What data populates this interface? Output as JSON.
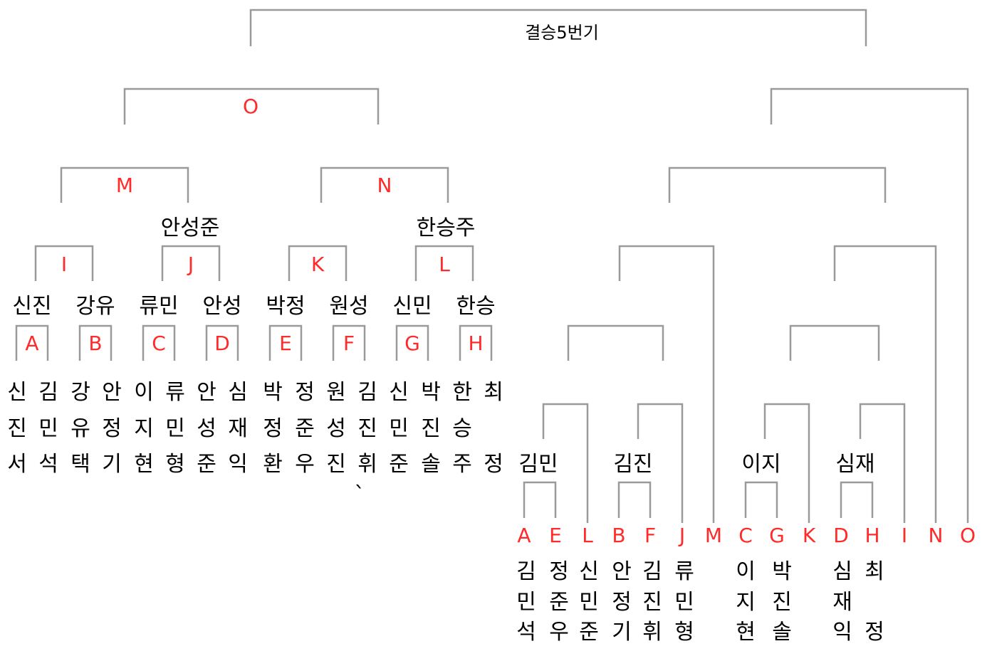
{
  "colors": {
    "line": "#9a9a9a",
    "label": "#ff2a2a",
    "text": "#000000"
  },
  "title": "결승5번기",
  "top_labels": {
    "O": "O",
    "M": "M",
    "N": "N",
    "I": "I",
    "J": "J",
    "K": "K",
    "L": "L",
    "A": "A",
    "B": "B",
    "C": "C",
    "D": "D",
    "E": "E",
    "F": "F",
    "G": "G",
    "H": "H"
  },
  "winners_j_l": {
    "J": "안성준",
    "L": "한승주"
  },
  "match_winners": [
    "신진",
    "강유",
    "류민",
    "안성",
    "박정",
    "원성",
    "신민",
    "한승"
  ],
  "players": [
    [
      "신",
      "진",
      "서"
    ],
    [
      "김",
      "민",
      "석"
    ],
    [
      "강",
      "유",
      "택"
    ],
    [
      "안",
      "정",
      "기"
    ],
    [
      "이",
      "지",
      "현"
    ],
    [
      "류",
      "민",
      "형"
    ],
    [
      "안",
      "성",
      "준"
    ],
    [
      "심",
      "재",
      "익"
    ],
    [
      "박",
      "정",
      "환"
    ],
    [
      "정",
      "준",
      "우"
    ],
    [
      "원",
      "성",
      "진"
    ],
    [
      "김",
      "진",
      "휘"
    ],
    [
      "신",
      "민",
      "준"
    ],
    [
      "박",
      "진",
      "솔"
    ],
    [
      "한",
      "승",
      "주"
    ],
    [
      "최",
      "",
      "정"
    ]
  ],
  "stray_mark": "`",
  "right_winners": [
    "김민",
    "김진",
    "이지",
    "심재"
  ],
  "bottom_labels": [
    "A",
    "E",
    "L",
    "B",
    "F",
    "J",
    "M",
    "C",
    "G",
    "K",
    "D",
    "H",
    "I",
    "N",
    "O"
  ],
  "bottom_names": [
    [
      "김",
      "민",
      "석"
    ],
    [
      "정",
      "준",
      "우"
    ],
    [
      "신",
      "민",
      "준"
    ],
    [
      "안",
      "정",
      "기"
    ],
    [
      "김",
      "진",
      "휘"
    ],
    [
      "류",
      "민",
      "형"
    ],
    [
      "이",
      "지",
      "현"
    ],
    [
      "박",
      "진",
      "솔"
    ],
    [
      "심",
      "재",
      "익"
    ],
    [
      "최",
      "",
      "정"
    ]
  ]
}
